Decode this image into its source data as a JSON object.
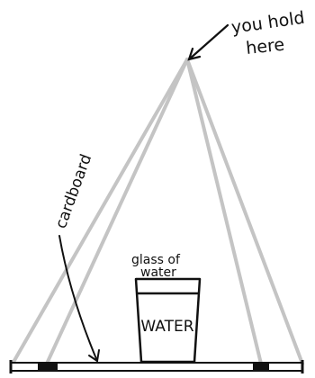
{
  "labels": {
    "hold_line1": "you hold",
    "hold_line2": "here",
    "cardboard": "cardboard",
    "glass_line1": "glass of",
    "glass_line2": "water",
    "water": "WATER"
  },
  "colors": {
    "ink": "#111111",
    "string": "#c4c4c4"
  }
}
